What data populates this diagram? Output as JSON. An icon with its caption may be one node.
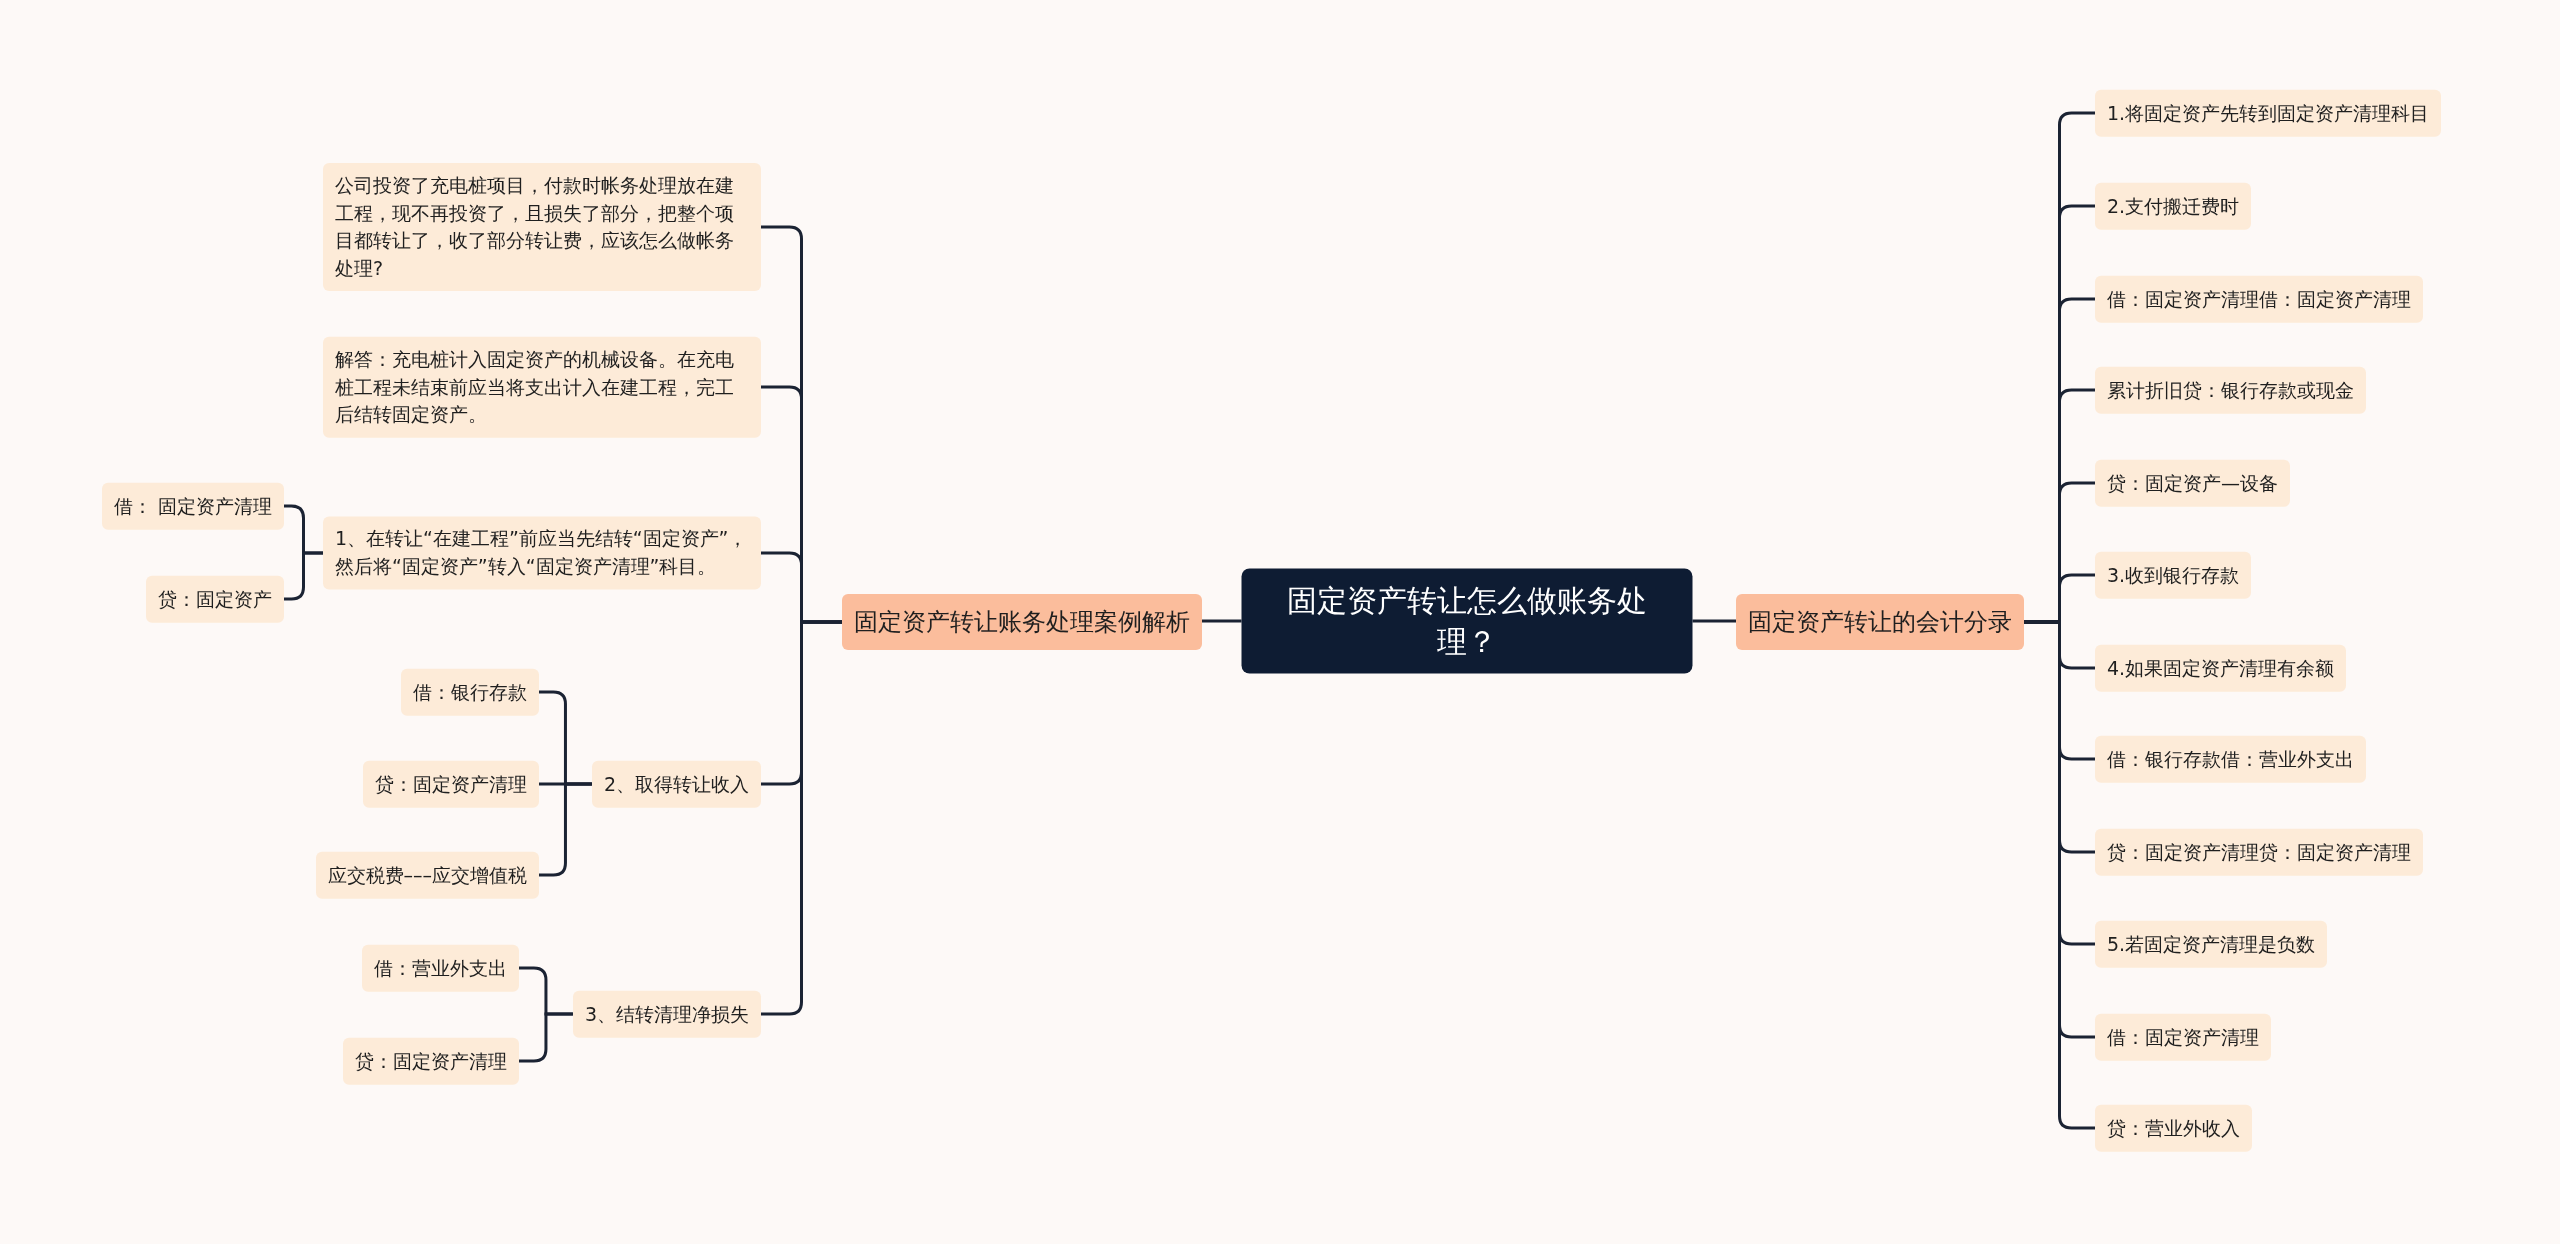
{
  "diagram": {
    "nodes": [
      {
        "text": [
          "固定资产转让怎么做账务处理？"
        ]
      },
      {
        "text": [
          "固定资产转让账务处理案例解析"
        ]
      },
      {
        "text": [
          "固定资产转让的会计分录"
        ]
      },
      {
        "text": [
          "公司投资了充电桩项目，付款时帐务处理放在建工程，现不再投资了，且损失了部分，把整个项目都转让了，收了部分转让费，应该怎么做帐务处理?"
        ]
      },
      {
        "text": [
          "解答：充电桩计入固定资产的机械设备。在充电桩工程未结束前应当将支出计入在建工程，完工后结转固定资产。"
        ]
      },
      {
        "text": [
          "1、在转让“在建工程”前应当先结转“固定资产”，然后将“固定资产”转入“固定资产清理”科目。"
        ]
      },
      {
        "text": [
          "2、取得转让收入"
        ]
      },
      {
        "text": [
          "3、结转清理净损失"
        ]
      },
      {
        "text": [
          "借：  固定资产清理"
        ]
      },
      {
        "text": [
          "贷：固定资产"
        ]
      },
      {
        "text": [
          "借：银行存款"
        ]
      },
      {
        "text": [
          "贷：固定资产清理"
        ]
      },
      {
        "text": [
          "应交税费–––应交增值税"
        ]
      },
      {
        "text": [
          "借：营业外支出"
        ]
      },
      {
        "text": [
          "贷：固定资产清理"
        ]
      },
      {
        "text": [
          "1.将固定资产先转到固定资产清理科目"
        ]
      },
      {
        "text": [
          "2.支付搬迁费时"
        ]
      },
      {
        "text": [
          "借：固定资产清理借：固定资产清理"
        ]
      },
      {
        "text": [
          "累计折旧贷：银行存款或现金"
        ]
      },
      {
        "text": [
          "贷：固定资产—设备"
        ]
      },
      {
        "text": [
          "3.收到银行存款"
        ]
      },
      {
        "text": [
          "4.如果固定资产清理有余额"
        ]
      },
      {
        "text": [
          "借：银行存款借：营业外支出"
        ]
      },
      {
        "text": [
          "贷：固定资产清理贷：固定资产清理"
        ]
      },
      {
        "text": [
          "5.若固定资产清理是负数"
        ]
      },
      {
        "text": [
          "借：固定资产清理"
        ]
      },
      {
        "text": [
          "贷：营业外收入"
        ]
      }
    ],
    "edges": [
      {
        "from": 0,
        "to": 1,
        "arrow": "none"
      },
      {
        "from": 0,
        "to": 2,
        "arrow": "none"
      },
      {
        "from": 1,
        "to": 3,
        "arrow": "none"
      },
      {
        "from": 1,
        "to": 4,
        "arrow": "none"
      },
      {
        "from": 1,
        "to": 5,
        "arrow": "none"
      },
      {
        "from": 1,
        "to": 6,
        "arrow": "none"
      },
      {
        "from": 1,
        "to": 7,
        "arrow": "none"
      },
      {
        "from": 5,
        "to": 8,
        "arrow": "none"
      },
      {
        "from": 5,
        "to": 9,
        "arrow": "none"
      },
      {
        "from": 6,
        "to": 10,
        "arrow": "none"
      },
      {
        "from": 6,
        "to": 11,
        "arrow": "none"
      },
      {
        "from": 6,
        "to": 12,
        "arrow": "none"
      },
      {
        "from": 7,
        "to": 13,
        "arrow": "none"
      },
      {
        "from": 7,
        "to": 14,
        "arrow": "none"
      },
      {
        "from": 2,
        "to": 15,
        "arrow": "none"
      },
      {
        "from": 2,
        "to": 16,
        "arrow": "none"
      },
      {
        "from": 2,
        "to": 17,
        "arrow": "none"
      },
      {
        "from": 2,
        "to": 18,
        "arrow": "none"
      },
      {
        "from": 2,
        "to": 19,
        "arrow": "none"
      },
      {
        "from": 2,
        "to": 20,
        "arrow": "none"
      },
      {
        "from": 2,
        "to": 21,
        "arrow": "none"
      },
      {
        "from": 2,
        "to": 22,
        "arrow": "none"
      },
      {
        "from": 2,
        "to": 23,
        "arrow": "none"
      },
      {
        "from": 2,
        "to": 24,
        "arrow": "none"
      },
      {
        "from": 2,
        "to": 25,
        "arrow": "none"
      },
      {
        "from": 2,
        "to": 26,
        "arrow": "none"
      }
    ]
  }
}
